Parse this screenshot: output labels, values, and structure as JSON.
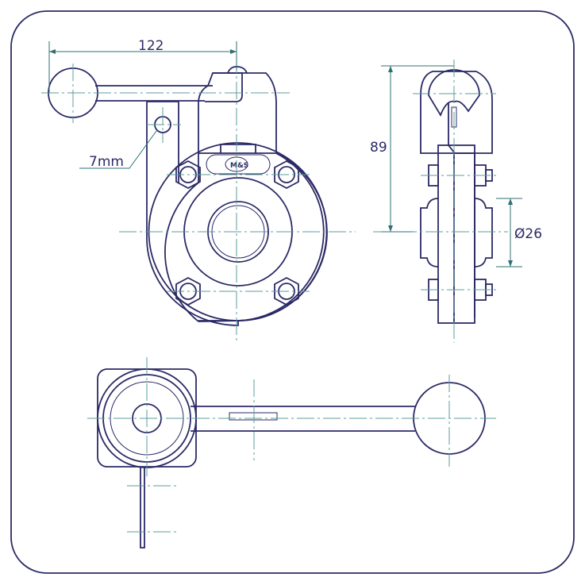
{
  "drawing": {
    "title": "Butterfly valve with handle",
    "dimensions": {
      "handle_length": "122",
      "height": "89",
      "bore_diameter": "Ø26",
      "hole": "7mm"
    },
    "logo_text": "M&S",
    "colors": {
      "outline": "#2b2a66",
      "centerline": "#5e9c9c",
      "dimension": "#2f6f70"
    }
  }
}
